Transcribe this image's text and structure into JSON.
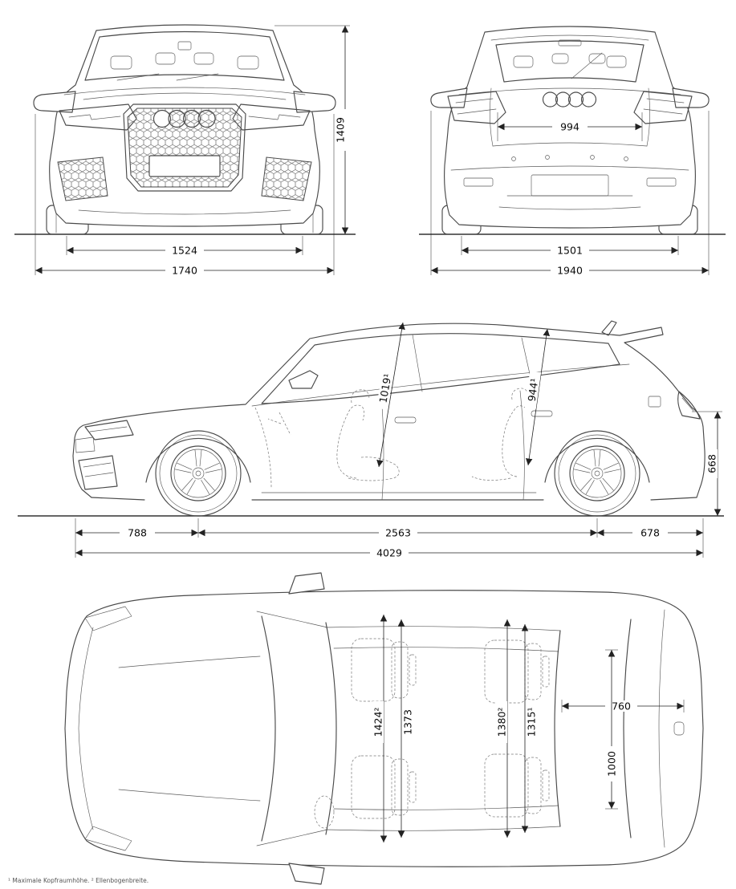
{
  "style": {
    "background": "#ffffff",
    "line_color": "#4a4a4a",
    "dimension_color": "#222222",
    "unit": "mm"
  },
  "front_view": {
    "dims": {
      "overall_height": "1409",
      "track": "1524",
      "overall_width": "1740"
    }
  },
  "rear_view": {
    "dims": {
      "opening_width": "994",
      "track": "1501",
      "width_incl_mirrors": "1940"
    }
  },
  "side_view": {
    "dims": {
      "headroom_front": "1019¹",
      "headroom_rear": "944¹",
      "rear_height": "668",
      "front_overhang": "788",
      "wheelbase": "2563",
      "rear_overhang": "678",
      "overall_length": "4029"
    }
  },
  "top_view": {
    "dims": {
      "elbow_width_front": "1424²",
      "shoulder_width_front": "1373",
      "elbow_width_rear": "1380²",
      "shoulder_width_rear": "1315¹",
      "opening_width": "760",
      "cargo_length": "1000"
    }
  },
  "footnote": {
    "text": "¹ Maximale Kopfraumhöhe.   ² Ellenbogenbreite."
  }
}
